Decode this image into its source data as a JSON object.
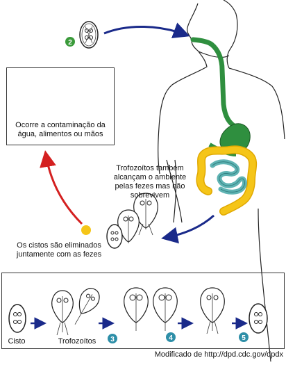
{
  "steps": {
    "step2": "2",
    "step3": "3",
    "step4": "4",
    "step5": "5"
  },
  "labels": {
    "contamination": "Ocorre a contaminação da água, alimentos ou mãos",
    "trophozoites_env": "Trofozoítos também alcançam o ambiente pelas fezes mas não sobrevivem",
    "cysts_eliminated": "Os cistos são eliminados juntamente com as fezes",
    "cisto": "Cisto",
    "trofozoitos": "Trofozoítos"
  },
  "credit": "Modificado de http://dpd.cdc.gov/dpdx",
  "colors": {
    "step_green": "#3a9a3a",
    "step_teal": "#2e8fa8",
    "arrow_blue": "#1a2a8a",
    "arrow_red": "#d42020",
    "gut_green": "#2f8f3f",
    "intestine_yellow": "#f5c518",
    "intestine_teal": "#5fb3b3"
  }
}
